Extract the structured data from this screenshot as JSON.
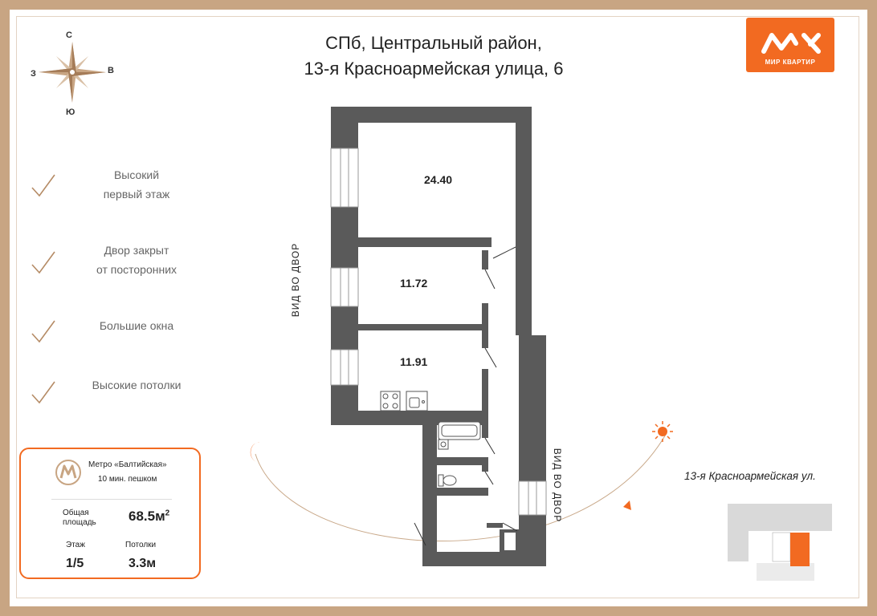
{
  "title": {
    "line1": "СПб, Центральный район,",
    "line2": "13-я Красноармейская улица, 6"
  },
  "logo": {
    "text": "МИР КВАРТИР"
  },
  "compass": {
    "north": "С",
    "south": "Ю",
    "west": "З",
    "east": "В"
  },
  "features": [
    {
      "line1": "Высокий",
      "line2": "первый этаж"
    },
    {
      "line1": "Двор закрыт",
      "line2": "от посторонних"
    },
    {
      "line1": "Большие окна",
      "line2": ""
    },
    {
      "line1": "Высокие потолки",
      "line2": ""
    }
  ],
  "info": {
    "metro_name": "Метро «Балтийская»",
    "metro_walk": "10 мин. пешком",
    "area_label_1": "Общая",
    "area_label_2": "площадь",
    "area_value": "68.5м",
    "area_unit_sup": "2",
    "floor_label": "Этаж",
    "floor_value": "1/5",
    "ceiling_label": "Потолки",
    "ceiling_value": "3.3м"
  },
  "rooms": [
    {
      "area": "24.40"
    },
    {
      "area": "11.72"
    },
    {
      "area": "11.91"
    }
  ],
  "views": {
    "left": "ВИД ВО ДВОР",
    "right": "ВИД ВО ДВОР"
  },
  "street": "13-я Красноармейская ул.",
  "colors": {
    "accent": "#f26a21",
    "frame": "#c8a583",
    "wall": "#5a5a5a",
    "check": "#b58b65"
  }
}
